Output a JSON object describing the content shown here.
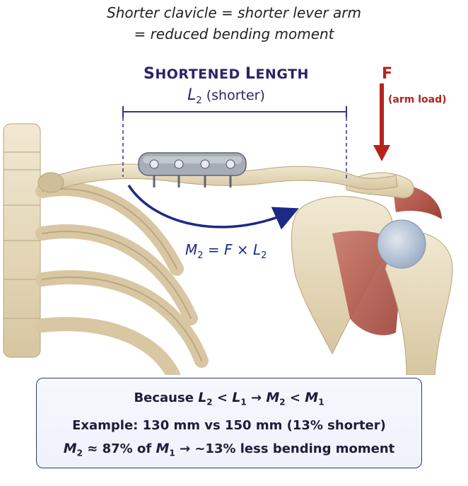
{
  "headline": {
    "line1": "Shorter clavicle = shorter lever arm",
    "line2": "= reduced bending moment"
  },
  "length_label": {
    "title_first_S": "S",
    "title_rest_1": "HORTENED ",
    "title_first_L": "L",
    "title_rest_2": "ENGTH",
    "symbol": "L",
    "subscript": "2",
    "note": "(shorter)"
  },
  "force": {
    "symbol": "F",
    "note": "(arm load)",
    "color": "#b3241c"
  },
  "moment": {
    "lhs": "M",
    "lhs_sub": "2",
    "eq": " = F × ",
    "rhs": "L",
    "rhs_sub": "2",
    "color": "#1c2a86"
  },
  "infobox": {
    "line1_pre": "Because ",
    "line1_a": "L",
    "line1_a_sub": "2",
    "line1_lt": " < ",
    "line1_b": "L",
    "line1_b_sub": "1",
    "line1_arrow": "  →  ",
    "line1_c": "M",
    "line1_c_sub": "2",
    "line1_lt2": " < ",
    "line1_d": "M",
    "line1_d_sub": "1",
    "line2": "Example: 130 mm vs 150 mm (13% shorter)",
    "line3_a": "M",
    "line3_a_sub": "2",
    "line3_mid": " ≈ 87% of ",
    "line3_b": "M",
    "line3_b_sub": "1",
    "line3_end": "  →  ~13% less bending moment"
  },
  "colors": {
    "bone": "#e8dcc2",
    "bone_shade": "#c9b892",
    "muscle": "#b8574a",
    "cartilage": "#b9c6d6",
    "dim_line": "#3b2f8a"
  }
}
